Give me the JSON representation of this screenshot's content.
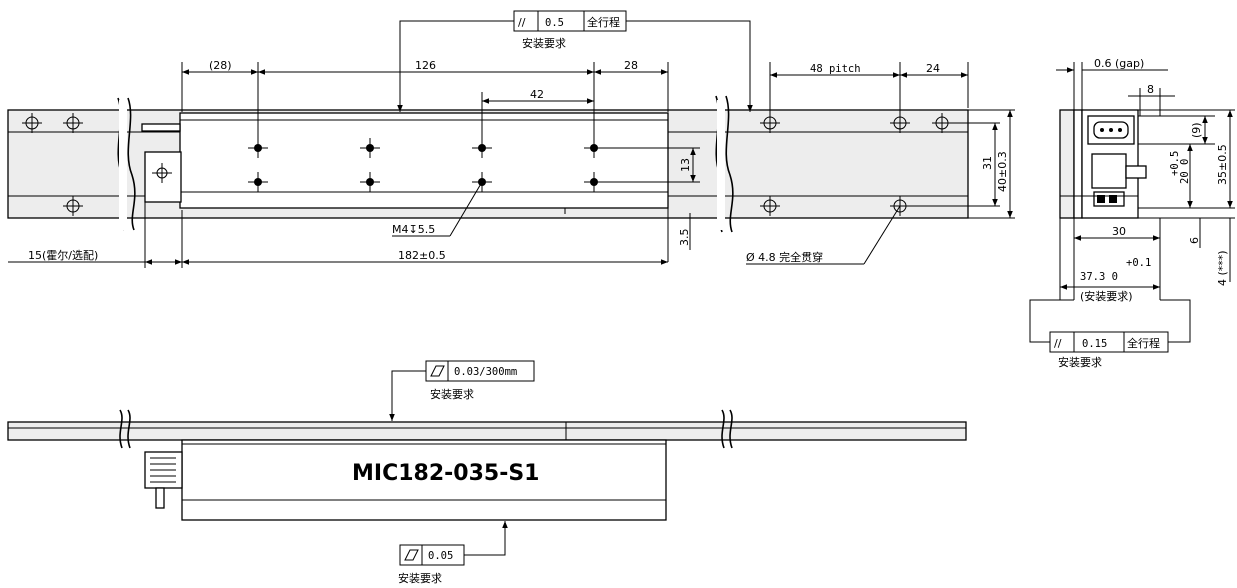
{
  "drawing": {
    "top_view": {
      "parallelism_symbol": "//",
      "parallelism_value": "0.5",
      "parallelism_scope": "全行程",
      "install_note": "安装要求",
      "dim_28_paren": "(28)",
      "dim_126": "126",
      "dim_28": "28",
      "dim_42": "42",
      "dim_48_pitch": "48 pitch",
      "dim_24": "24",
      "dim_31": "31",
      "dim_40": "40±0.3",
      "dim_13": "13",
      "dim_3_5": "3.5",
      "thread_note": "M4↧5.5",
      "dim_15": "15(霍尔/选配)",
      "dim_182": "182±0.5",
      "hole_note": "Ø 4.8 完全贯穿"
    },
    "side_view": {
      "gap_note": "0.6 (gap)",
      "dim_8": "8",
      "dim_9": "(9)",
      "dim_20_tol": "+0.5",
      "dim_20": "20  0",
      "dim_35": "35±0.5",
      "dim_30": "30",
      "dim_6": "6",
      "dim_4": "4 (***)",
      "dim_37_tol": "+0.1",
      "dim_37": "37.3   0",
      "install_note_paren": "(安装要求)",
      "parallelism_symbol": "//",
      "parallelism_value": "0.15",
      "parallelism_scope": "全行程",
      "install_note": "安装要求"
    },
    "front_view": {
      "flatness_value_top": "0.03/300mm",
      "install_note_top": "安装要求",
      "model_label": "MIC182-035-S1",
      "flatness_value_bottom": "0.05",
      "install_note_bottom": "安装要求"
    }
  }
}
